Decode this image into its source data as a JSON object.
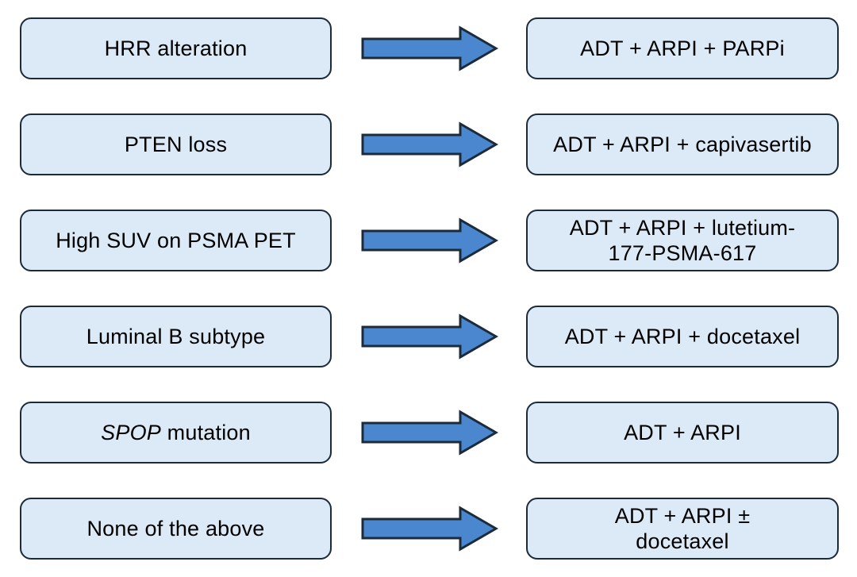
{
  "colors": {
    "box_fill": "#dce9f7",
    "box_border": "#1c2b3a",
    "arrow_fill": "#4a87cf",
    "arrow_border": "#1c2b3a",
    "text": "#000000",
    "background": "#ffffff"
  },
  "icons": {
    "arrow": "right-block-arrow-icon"
  },
  "rows": [
    {
      "condition": {
        "label": "HRR alteration"
      },
      "treatment": {
        "label": "ADT + ARPI + PARPi"
      }
    },
    {
      "condition": {
        "label": "PTEN loss"
      },
      "treatment": {
        "label": "ADT + ARPI + capivasertib"
      }
    },
    {
      "condition": {
        "label": "High SUV on PSMA PET"
      },
      "treatment": {
        "line1": "ADT + ARPI + lutetium-",
        "line2": "177-PSMA-617"
      }
    },
    {
      "condition": {
        "label": "Luminal B subtype"
      },
      "treatment": {
        "label": "ADT + ARPI + docetaxel"
      }
    },
    {
      "condition": {
        "label_italic": "SPOP",
        "label_rest": " mutation"
      },
      "treatment": {
        "label": "ADT + ARPI"
      }
    },
    {
      "condition": {
        "label": "None of the above"
      },
      "treatment": {
        "line1": "ADT + ARPI ±",
        "line2": "docetaxel"
      }
    }
  ]
}
